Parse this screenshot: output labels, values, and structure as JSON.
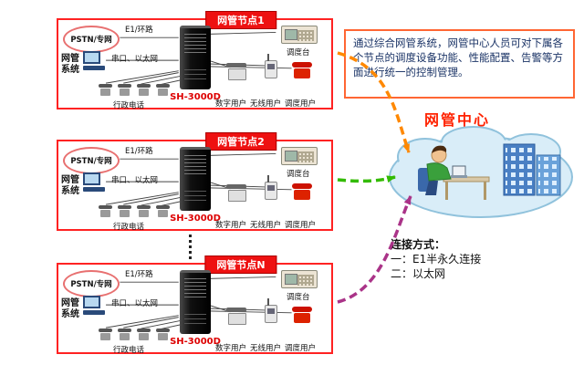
{
  "nodes": [
    {
      "title": "网管节点1",
      "pstn_label": "PSTN/专网",
      "e1_label": "E1/环路",
      "nms_label": "网管系统",
      "serial_label": "串口、以太网",
      "server_label": "SH-3000D",
      "admin_phone_label": "行政电话",
      "console_label": "调度台",
      "user_labels": [
        "数字用户",
        "无线用户",
        "调度用户"
      ]
    },
    {
      "title": "网管节点2",
      "pstn_label": "PSTN/专网",
      "e1_label": "E1/环路",
      "nms_label": "网管系统",
      "serial_label": "串口、以太网",
      "server_label": "SH-3000D",
      "admin_phone_label": "行政电话",
      "console_label": "调度台",
      "user_labels": [
        "数字用户",
        "无线用户",
        "调度用户"
      ]
    },
    {
      "title": "网管节点N",
      "pstn_label": "PSTN/专网",
      "e1_label": "E1/环路",
      "nms_label": "网管系统",
      "serial_label": "串口、以太网",
      "server_label": "SH-3000D",
      "admin_phone_label": "行政电话",
      "console_label": "调度台",
      "user_labels": [
        "数字用户",
        "无线用户",
        "调度用户"
      ]
    }
  ],
  "description_box": {
    "text": "通过综合网管系统，网管中心人员可对下属各个节点的调度设备功能、性能配置、告警等方面进行统一的控制管理。"
  },
  "center": {
    "label": "网管中心"
  },
  "connection_info": {
    "title": "连接方式：",
    "item1": "一：E1半永久连接",
    "item2": "二：以太网"
  },
  "colors": {
    "node_border": "#ff2222",
    "node_title_bg": "#ee1111",
    "server_text": "#dd0000",
    "center_label": "#ff2200",
    "arrow_node1": "#ff8800",
    "arrow_node2": "#33bb00",
    "arrow_nodeN": "#aa3388",
    "description_border": "#ff6633",
    "description_text": "#1a3366"
  },
  "icons": {
    "pstn-cloud-icon": "cloud-ellipse",
    "computer-icon": "monitor-keyboard",
    "server-cabinet-icon": "black-tower",
    "phone-icon": "telephone",
    "dispatch-console-icon": "console-keypad",
    "digital-user-phone-icon": "desk-phone",
    "wireless-user-device-icon": "antenna-handset",
    "dispatch-user-phone-icon": "red-telephone",
    "network-center-cloud-icon": "cloud-operator-buildings",
    "dots-separator-icon": "vertical-dotted-line"
  }
}
